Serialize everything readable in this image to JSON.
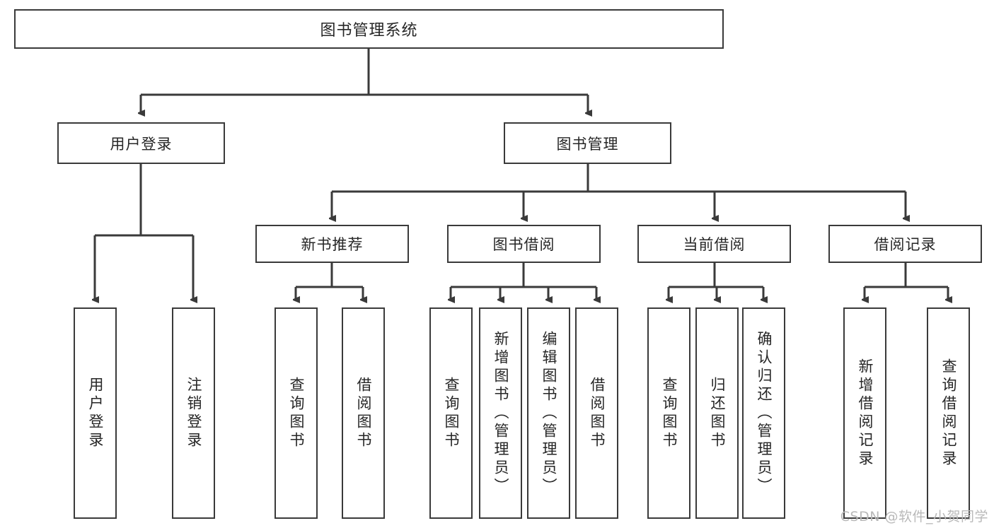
{
  "diagram": {
    "title": "图书管理系统",
    "type": "功能结构图",
    "root": {
      "label": "图书管理系统"
    },
    "level1": [
      {
        "label": "用户登录"
      },
      {
        "label": "图书管理"
      }
    ],
    "level2": [
      {
        "label": "新书推荐"
      },
      {
        "label": "图书借阅"
      },
      {
        "label": "当前借阅"
      },
      {
        "label": "借阅记录"
      }
    ],
    "leaves": {
      "user_login": [
        {
          "label": "用户登录"
        },
        {
          "label": "注销登录"
        }
      ],
      "new_book_recommend": [
        {
          "label": "查询图书"
        },
        {
          "label": "借阅图书"
        }
      ],
      "book_borrow": [
        {
          "label": "查询图书"
        },
        {
          "label": "新增图书（管理员）"
        },
        {
          "label": "编辑图书（管理员）"
        },
        {
          "label": "借阅图书"
        }
      ],
      "current_borrow": [
        {
          "label": "查询图书"
        },
        {
          "label": "归还图书"
        },
        {
          "label": "确认归还（管理员）"
        }
      ],
      "borrow_record": [
        {
          "label": "新增借阅记录"
        },
        {
          "label": "查询借阅记录"
        }
      ]
    }
  },
  "watermark": {
    "text": "CSDN @软件_小贺同学"
  },
  "colors": {
    "border": "#3a3a3a",
    "text": "#262626",
    "background": "#ffffff",
    "watermark": "#b9b9b9"
  }
}
